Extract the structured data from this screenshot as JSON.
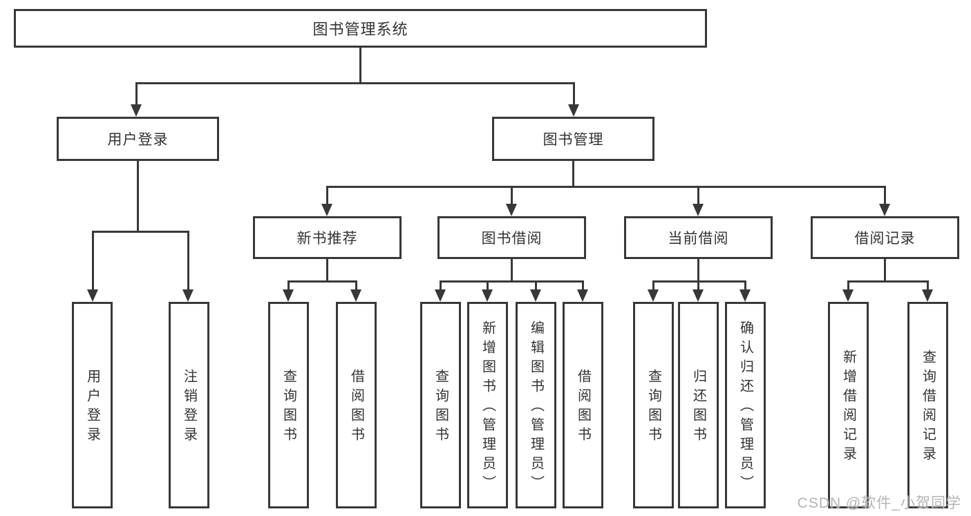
{
  "diagram": {
    "type": "hierarchy",
    "root": {
      "label": "图书管理系统",
      "children": [
        {
          "label": "用户登录",
          "children": [
            {
              "label": "用户登录"
            },
            {
              "label": "注销登录"
            }
          ]
        },
        {
          "label": "图书管理",
          "children": [
            {
              "label": "新书推荐",
              "children": [
                {
                  "label": "查询图书"
                },
                {
                  "label": "借阅图书"
                }
              ]
            },
            {
              "label": "图书借阅",
              "children": [
                {
                  "label": "查询图书"
                },
                {
                  "label": "新增图书（管理员）"
                },
                {
                  "label": "编辑图书（管理员）"
                },
                {
                  "label": "借阅图书"
                }
              ]
            },
            {
              "label": "当前借阅",
              "children": [
                {
                  "label": "查询图书"
                },
                {
                  "label": "归还图书"
                },
                {
                  "label": "确认归还（管理员）"
                }
              ]
            },
            {
              "label": "借阅记录",
              "children": [
                {
                  "label": "新增借阅记录"
                },
                {
                  "label": "查询借阅记录"
                }
              ]
            }
          ]
        }
      ]
    }
  },
  "watermark": "CSDN @软件_小贺同学",
  "colors": {
    "line": "#383838",
    "text": "#333333",
    "background": "#ffffff",
    "watermark": "#b4b4b4"
  }
}
